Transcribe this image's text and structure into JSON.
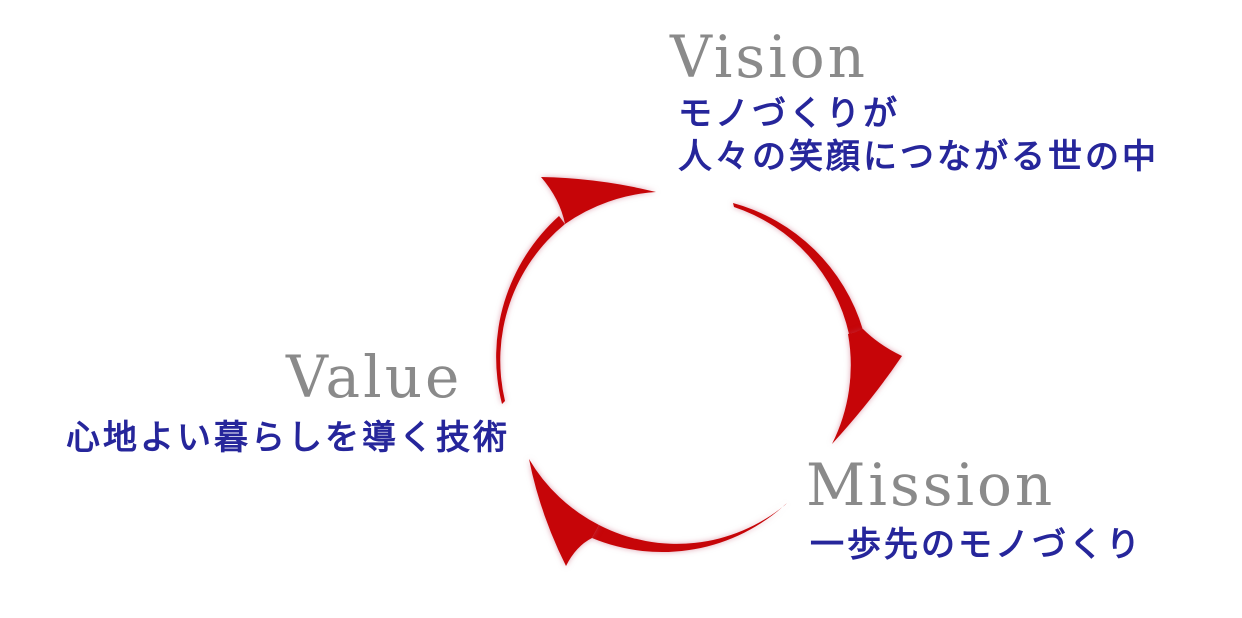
{
  "page": {
    "background": "#ffffff"
  },
  "colors": {
    "arrow_red": "#c60508",
    "heading_gray": "#8a8a8a",
    "text_blue": "#26269b"
  },
  "cycle": {
    "direction": "clockwise",
    "vision": {
      "title": "Vision",
      "description_lines": [
        "モノづくりが",
        "人々の笑顔につながる世の中"
      ]
    },
    "value": {
      "title": "Value",
      "description": "心地よい暮らしを導く技術"
    },
    "mission": {
      "title": "Mission",
      "description": "一歩先のモノづくり"
    },
    "arrows": [
      {
        "from": "Value",
        "to": "Vision"
      },
      {
        "from": "Vision",
        "to": "Mission"
      },
      {
        "from": "Mission",
        "to": "Value"
      }
    ]
  }
}
